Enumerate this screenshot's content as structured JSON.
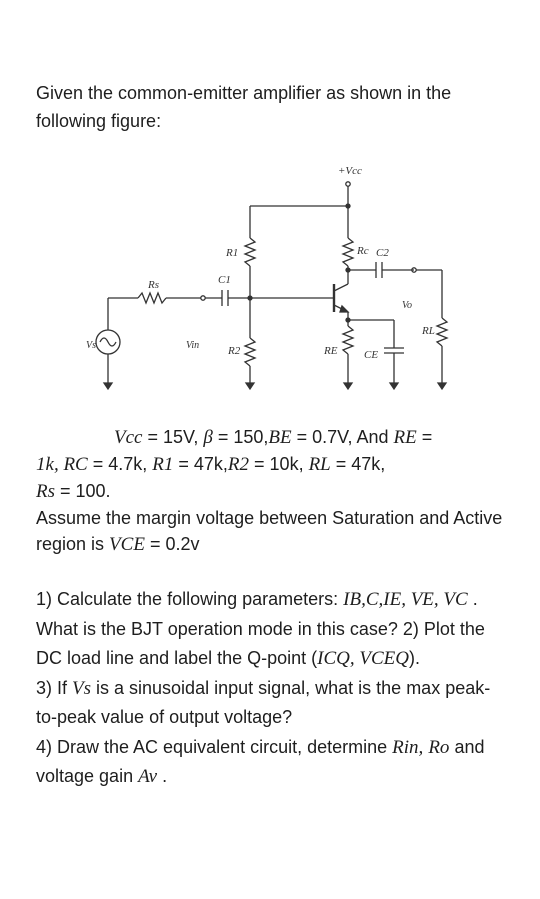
{
  "intro": "Given the common-emitter amplifier as shown in the following figure:",
  "figure": {
    "vcc": "+Vcc",
    "r1": "R1",
    "r2": "R2",
    "rc": "Rc",
    "re": "RE",
    "rl": "RL",
    "rs": "Rs",
    "c1": "C1",
    "c2": "C2",
    "ce": "CE",
    "vs": "Vs",
    "vin": "Vin",
    "vo": "Vo"
  },
  "given": {
    "vcc": "Vcc",
    "vcc_eq": " = 15V, ",
    "beta": "β",
    "beta_eq": " = 150,",
    "be": "BE",
    "be_eq": " = 0.7V",
    "and": ",  And ",
    "re": "RE",
    "eq": " =",
    "k1": "1k",
    "rc_lbl": ", RC",
    "rc_eq": " = 4.7k, ",
    "r1": "R1",
    "r1_eq": " = 47k,",
    "r2": "R2",
    "r2_eq": " = 10k, ",
    "rl": "RL",
    "rl_eq": " = 47k,",
    "rs": "Rs",
    "rs_eq": " = 100.",
    "margin_1": "Assume the margin voltage between Saturation and Active region is ",
    "vce": "VCE",
    "vce_eq": " = 0.2v"
  },
  "questions": {
    "q1_a": "1) Calculate the following parameters: ",
    "q1_vars": "IB,C,IE, VE, VC",
    "q1_b": " . What is the BJT operation mode in this case? 2) Plot the DC load line and label the Q-point (",
    "q1_q": "ICQ, VCEQ",
    "q1_c": ").",
    "q3_a": "3) If ",
    "q3_vs": "Vs",
    "q3_b": " is a sinusoidal input signal, what is the max peak-to-peak value of output voltage?",
    "q4_a": "4) Draw the AC equivalent circuit, determine ",
    "q4_rin": "Rin,",
    "q4_sp": " ",
    "q4_ro": "Ro",
    "q4_b": " and voltage gain ",
    "q4_av": "Av",
    "q4_c": " ."
  }
}
